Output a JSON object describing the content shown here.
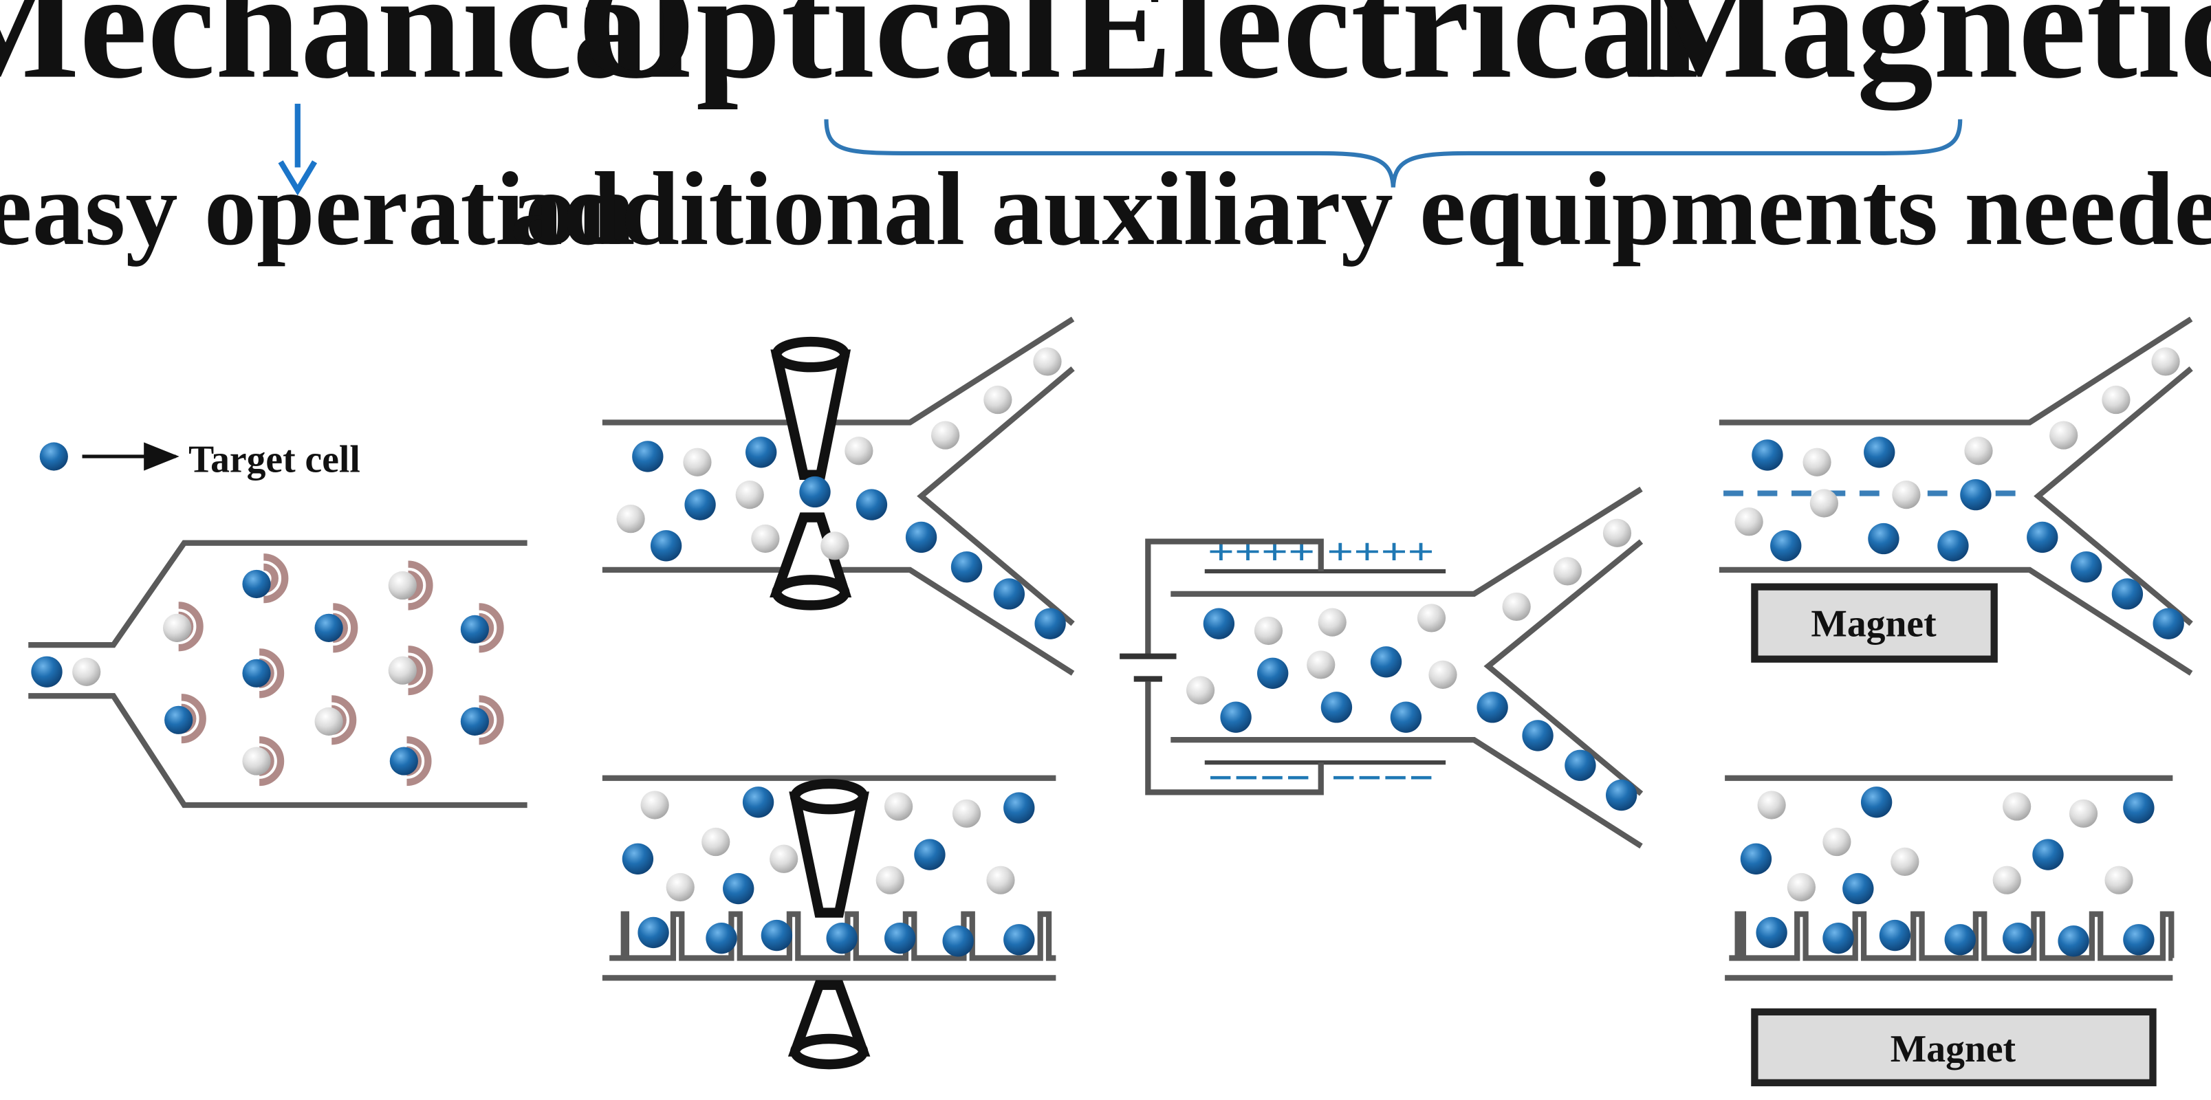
{
  "headings": {
    "mechanical": "Mechanical",
    "optical": "Optical",
    "electrical": "Electrical",
    "magnetic": "Magnetic"
  },
  "mechanical_note": "easy operation",
  "others_note": "additional auxiliary equipments needed",
  "legend": {
    "label": "Target cell"
  },
  "magnet_label": "Magnet",
  "electrode": {
    "top_charge": "++++ ++++",
    "bottom_charge": "---- ----"
  },
  "colors": {
    "target_cell": "#1a63a3",
    "other_cell": "#d6d6d6",
    "arrow": "#1b75c9",
    "brace": "#2f77b5",
    "electrode_charge": "#1f78b4",
    "magnet_fill": "#dcdcdc",
    "trap_outline": "#b08a88"
  },
  "icons": {
    "down_arrow": "arrow-down-icon",
    "legend_arrow": "arrow-right-icon",
    "brace": "curly-brace-icon",
    "laser": "laser-beam-icon",
    "battery": "battery-icon"
  }
}
